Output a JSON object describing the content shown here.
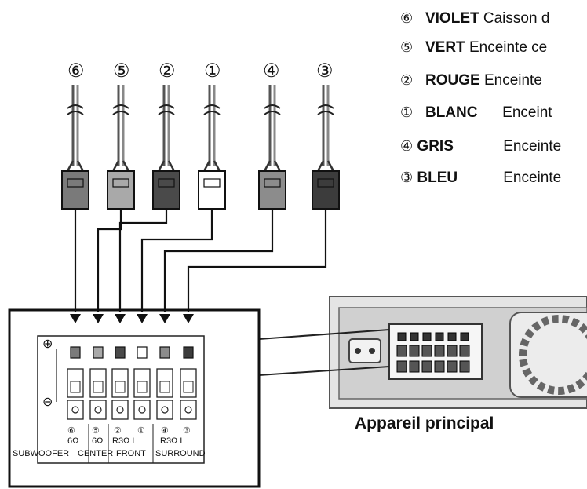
{
  "legend": [
    {
      "num": "⑥",
      "color": "VIOLET",
      "text": "Caisson d"
    },
    {
      "num": "⑤",
      "color": "VERT",
      "text": "Enceinte ce"
    },
    {
      "num": "②",
      "color": "ROUGE",
      "text": "Enceinte"
    },
    {
      "num": "①",
      "color": "BLANC",
      "text": "Enceint"
    },
    {
      "num": "④",
      "color": "GRIS",
      "text": "Enceinte"
    },
    {
      "num": "③",
      "color": "BLEU",
      "text": "Enceinte"
    }
  ],
  "wire_numbers": [
    "⑥",
    "⑤",
    "②",
    "①",
    "④",
    "③"
  ],
  "connector_colors": [
    "#7a7a7a",
    "#a9a9a9",
    "#4a4a4a",
    "#ffffff",
    "#8c8c8c",
    "#3c3c3c"
  ],
  "panel": {
    "plus": "⊕",
    "minus": "⊖",
    "numbers": [
      "⑥",
      "⑤",
      "②",
      "①",
      "④",
      "③"
    ],
    "imp1": "6Ω",
    "imp2": "6Ω",
    "imp3": "R3Ω L",
    "imp4": "R3Ω L",
    "groups": [
      "SUBWOOFER",
      "CENTER",
      "FRONT",
      "SURROUND"
    ]
  },
  "caption": "Appareil principal"
}
